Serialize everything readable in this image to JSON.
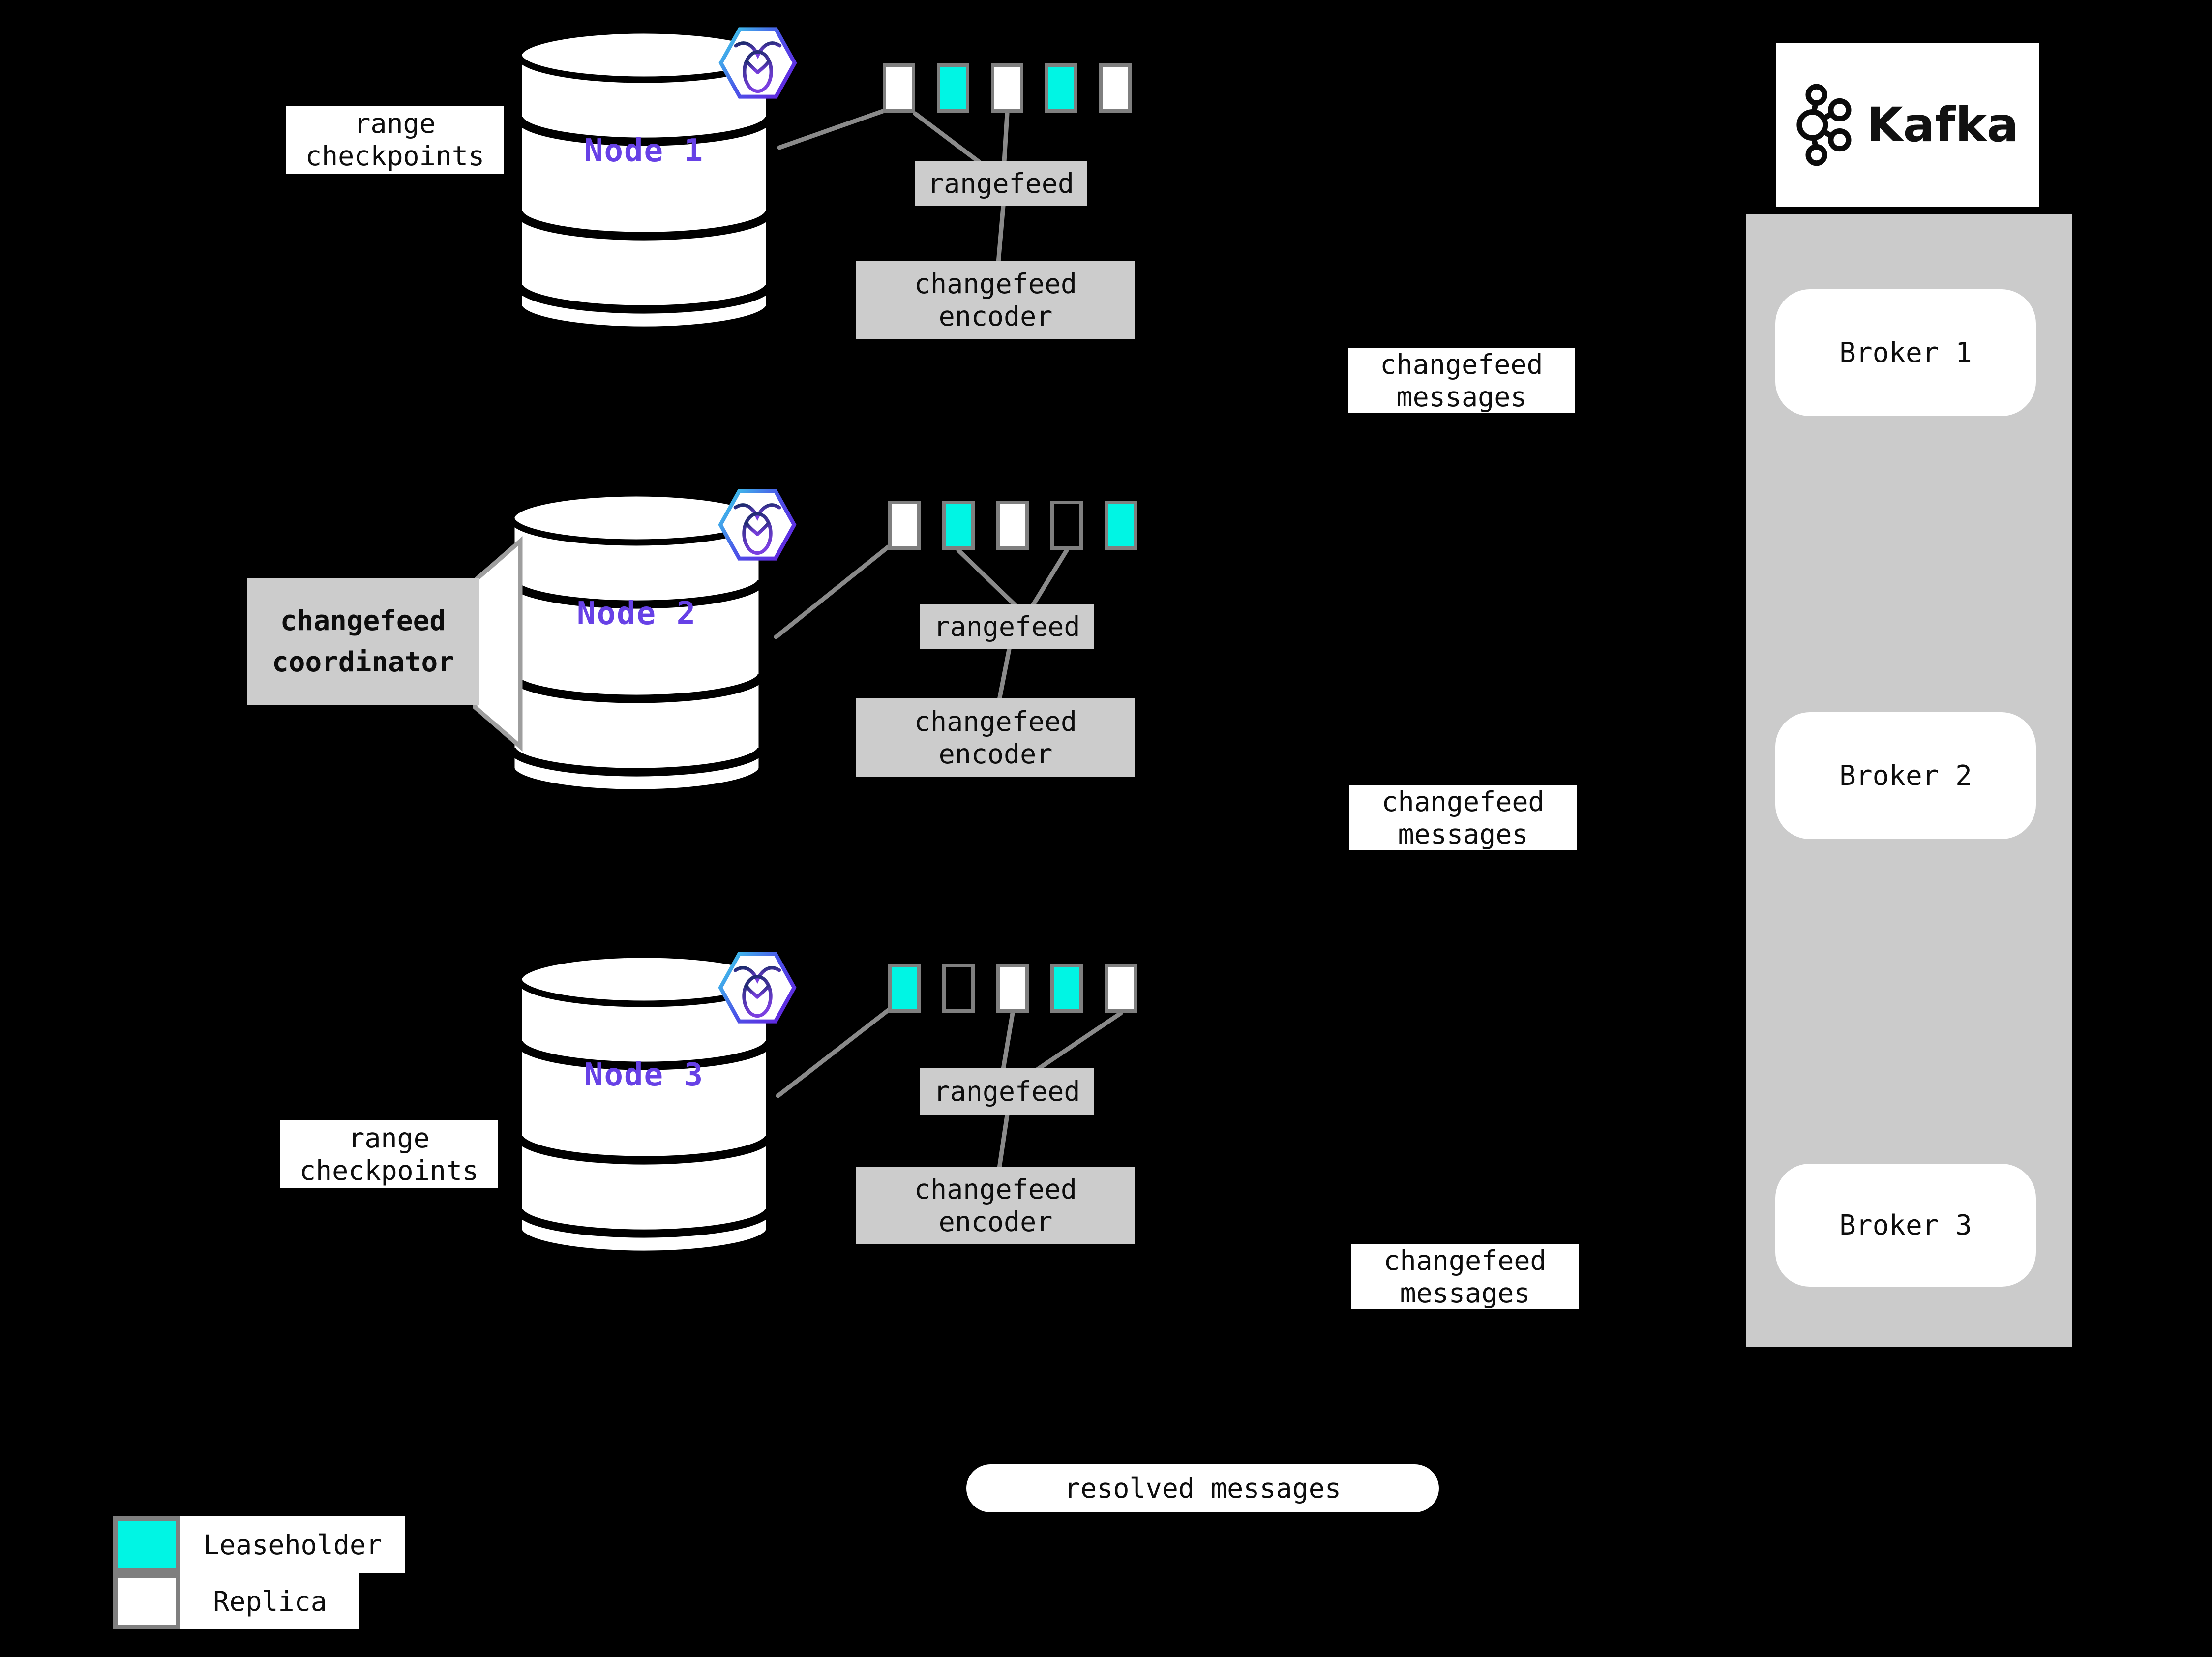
{
  "colors": {
    "leaseholder": "#00F5E4",
    "replica": "#FFFFFF",
    "empty": "transparent",
    "node_label": "#6741E6",
    "box_gray": "#CCCCCC",
    "kafka_container_gray": "#CBCBCB",
    "connector_line": "#8A8A8A"
  },
  "labels": {
    "range_checkpoints": "range\ncheckpoints",
    "rangefeed": "rangefeed",
    "changefeed_encoder": "changefeed\nencoder",
    "changefeed_messages": "changefeed\nmessages",
    "changefeed_coordinator": "changefeed\ncoordinator",
    "resolved_messages": "resolved messages"
  },
  "nodes": [
    {
      "label": "Node 1",
      "ranges": [
        "replica",
        "leaseholder",
        "replica",
        "leaseholder",
        "replica"
      ]
    },
    {
      "label": "Node 2",
      "ranges": [
        "replica",
        "leaseholder",
        "replica",
        "empty",
        "leaseholder"
      ]
    },
    {
      "label": "Node 3",
      "ranges": [
        "leaseholder",
        "empty",
        "replica",
        "leaseholder",
        "replica"
      ]
    }
  ],
  "kafka": {
    "title": "Kafka",
    "brokers": [
      "Broker 1",
      "Broker 2",
      "Broker 3"
    ]
  },
  "legend": {
    "leaseholder": "Leaseholder",
    "replica": "Replica"
  }
}
